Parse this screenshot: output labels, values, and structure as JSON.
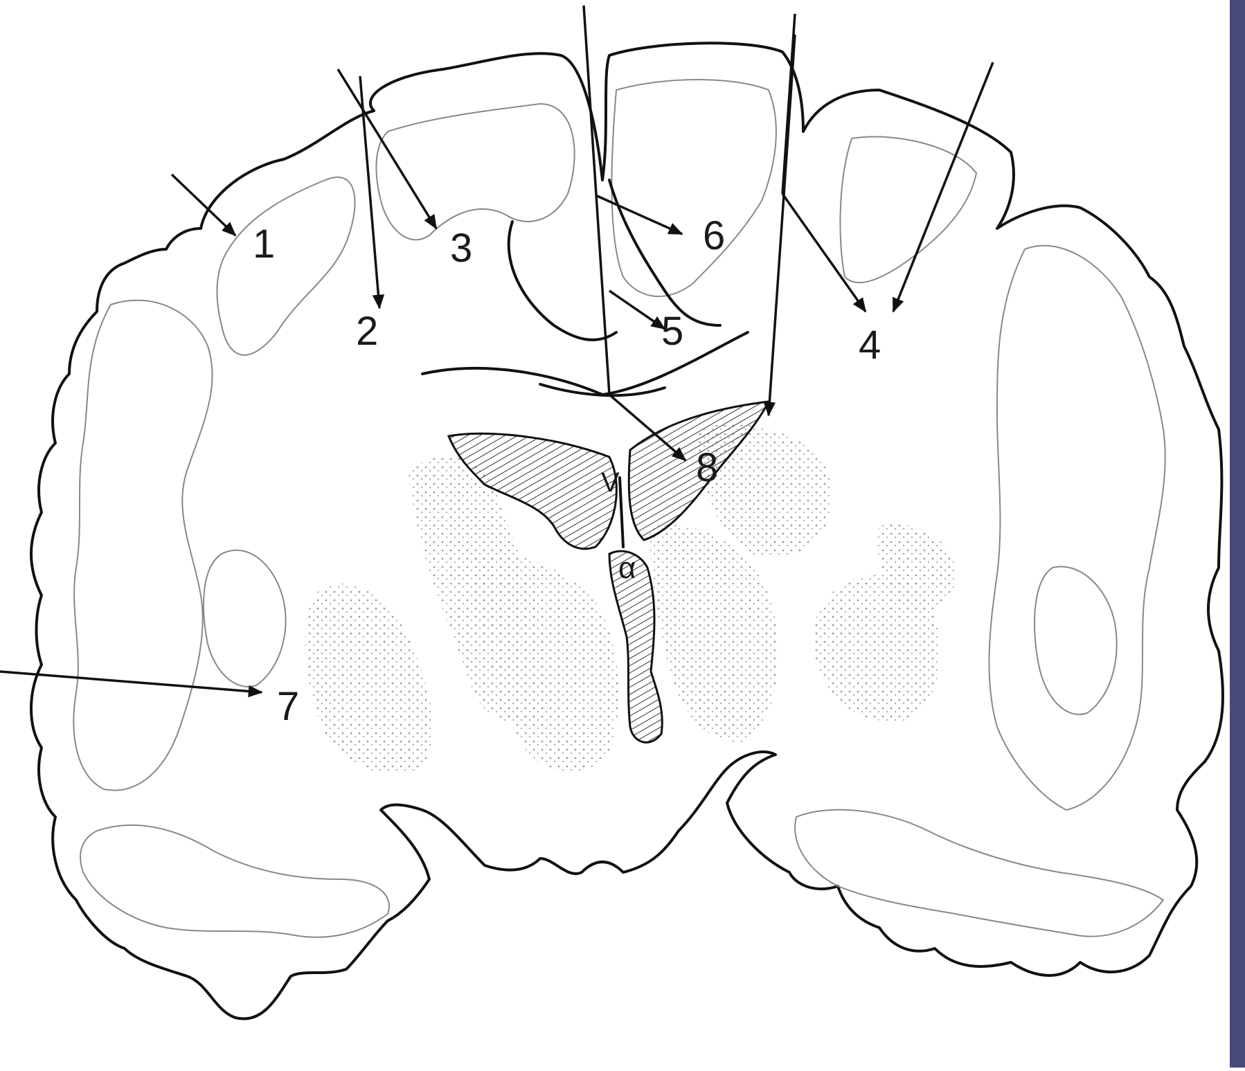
{
  "labels": {
    "l1": "1",
    "l2": "2",
    "l3": "3",
    "l4": "4",
    "l5": "5",
    "l6": "6",
    "l7": "7",
    "l8": "8",
    "v_left": "V",
    "v_third": "α"
  }
}
